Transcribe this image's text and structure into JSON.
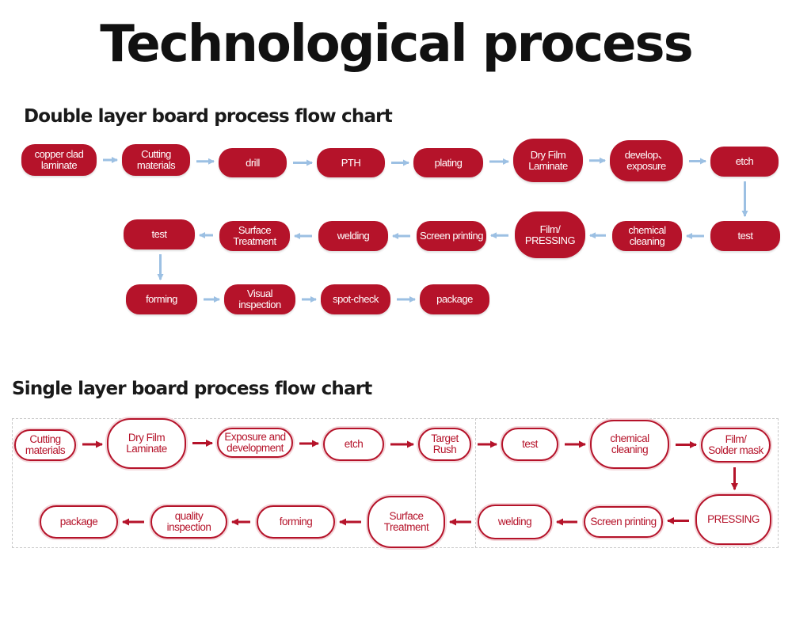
{
  "title": "Technological process",
  "double": {
    "heading": "Double layer board process flow chart",
    "arrow_color": "#9cc0e3",
    "steps": [
      "copper clad\nlaminate",
      "Cutting\nmaterials",
      "drill",
      "PTH",
      "plating",
      "Dry Film\nLaminate",
      "develop、\nexposure",
      "etch",
      "test",
      "chemical\ncleaning",
      "Film/\nPRESSING",
      "Screen printing",
      "welding",
      "Surface\nTreatment",
      "test",
      "forming",
      "Visual\ninspection",
      "spot-check",
      "package"
    ]
  },
  "single": {
    "heading": "Single layer board process flow chart",
    "arrow_color": "#b5132a",
    "steps": [
      "Cutting\nmaterials",
      "Dry Film\nLaminate",
      "Exposure and\ndevelopment",
      "etch",
      "Target\nRush",
      "test",
      "chemical\ncleaning",
      "Film/\nSolder mask",
      "PRESSING",
      "Screen printing",
      "welding",
      "Surface\nTreatment",
      "forming",
      "quality\ninspection",
      "package"
    ]
  },
  "colors": {
    "node_fill": "#b5132a",
    "node_text_light": "#ffffff"
  }
}
